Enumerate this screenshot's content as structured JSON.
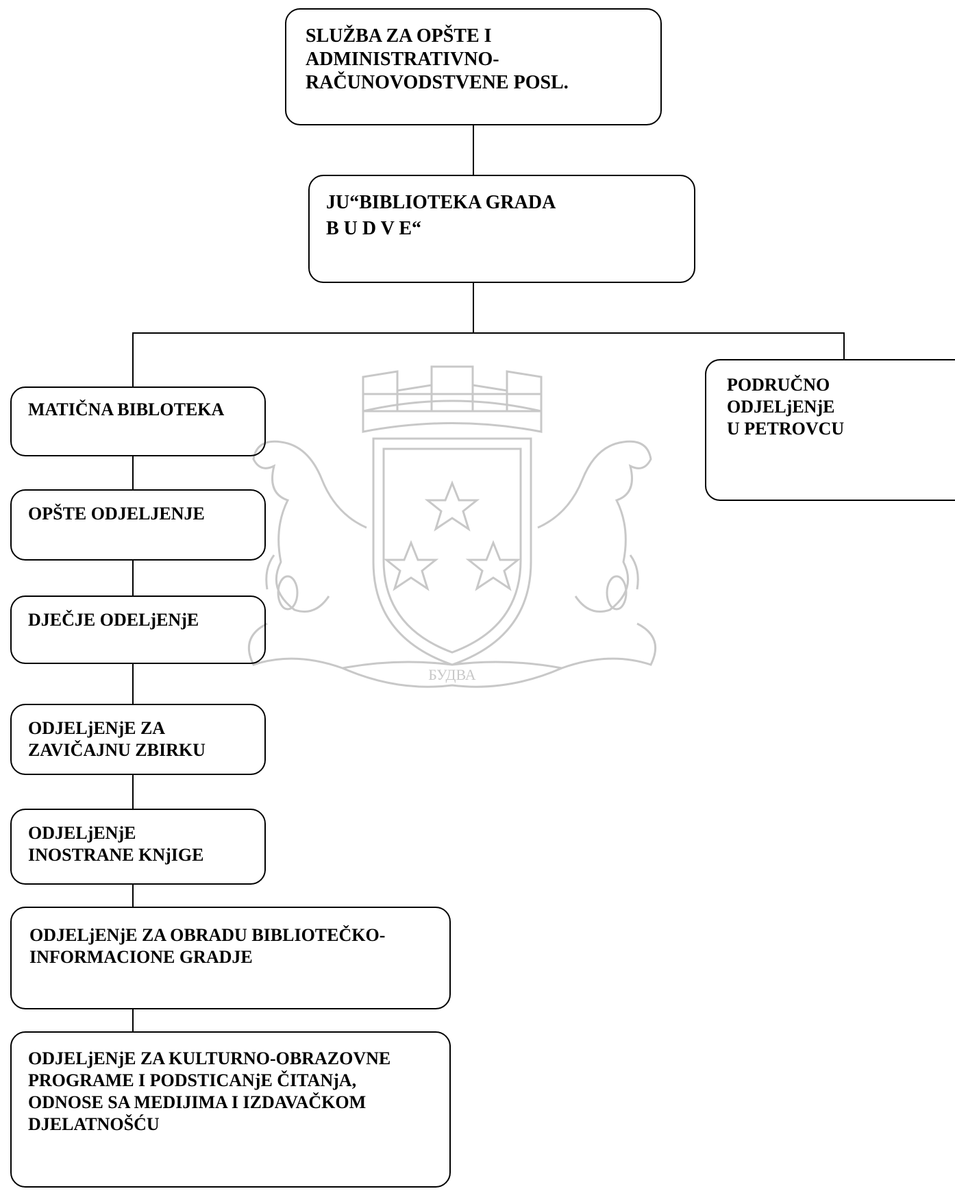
{
  "nodes": {
    "sluzba": "SLUŽBA ZA OPŠTE I\nADMINISTRATIVNO-\nRAČUNOVODSTVENE POSL.",
    "biblioteka": "JU“BIBLIOTEKA    GRADA\n                 B U D V E“",
    "maticna": "MATIČNA BIBLOTEKA",
    "opste": "OPŠTE ODJELJENJE",
    "djecje": "DJEČJE ODELjENjE",
    "zavicajna": "ODJELjENjE ZA\nZAVIČAJNU  ZBIRKU",
    "inostrane": "ODJELjENjE\nINOSTRANE KNjIGE",
    "obrada": "ODJELjENjE ZA OBRADU BIBLIOTEČKO-\nINFORMACIONE GRADJE",
    "kulturno": "ODJELjENjE ZA KULTURNO-OBRAZOVNE\nPROGRAME I PODSTICANjE ČITANjA,\nODNOSE SA MEDIJIMA I IZDAVAČKOM\nDJELATNOŠĆU",
    "petrovac": "PODRUČNO ODJELjENjE\nU PETROVCU"
  },
  "watermark": {
    "icon": "budva-coat-of-arms-icon",
    "text": "БУДВА",
    "color": "#c8c8c8"
  },
  "colors": {
    "line": "#000000",
    "box_border": "#000000",
    "text": "#000000"
  }
}
